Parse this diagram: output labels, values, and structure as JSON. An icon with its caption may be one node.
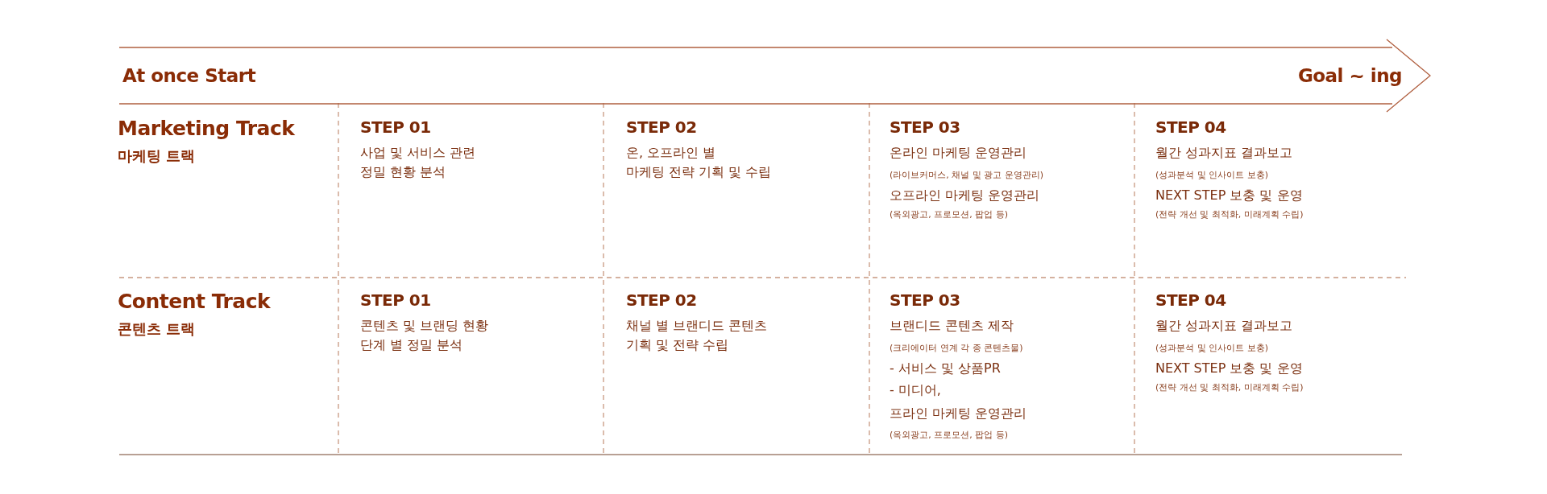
{
  "diagram": {
    "nodes": [
      {
        "text": [
          "At once Start",
          "Goal ~ ing"
        ]
      }
    ],
    "edges": [],
    "labels": [
      "Marketing Track",
      "마케팅 트랙",
      "STEP 01",
      "사업 및 서비스 관련 정밀 현황 분석",
      "STEP 02",
      "온, 오프라인 별 마케팅 전략 기획 및 수립",
      "STEP 03",
      "온라인 마케팅 운영관리",
      "(라이브커머스, 채널 및 광고 운영관리)",
      "오프라인 마케팅 운영관리",
      "(옥외광고, 프로모션, 팝업 등)",
      "STEP 04",
      "월간 성과지표 결과보고",
      "(성과분석 및 인사이트 보충)",
      "NEXT STEP 보충 및 운영",
      "(전략 개선 및 최적화, 미래계획 수립)",
      "Content Track",
      "콘텐츠 트랙",
      "STEP 01",
      "콘텐츠 및 브랜딩 현황 단계 별 정밀 분석",
      "STEP 02",
      "채널 별 브랜디드 콘텐츠 기획 및 전략 수립",
      "STEP 03",
      "브랜디드 콘텐츠 제작",
      "(크리에이터 연계 각 종 콘텐츠물)",
      "- 서비스 및 상품PR",
      "- 미디어,",
      "프라인 마케팅 운영관리",
      "(옥외광고, 프로모션, 팝업 등)",
      "STEP 04",
      "월간 성과지표 결과보고",
      "(성과분석 및 인사이트 보충)",
      "NEXT STEP 보충 및 운영",
      "(전략 개선 및 최적화, 미래계획 수립)"
    ]
  }
}
